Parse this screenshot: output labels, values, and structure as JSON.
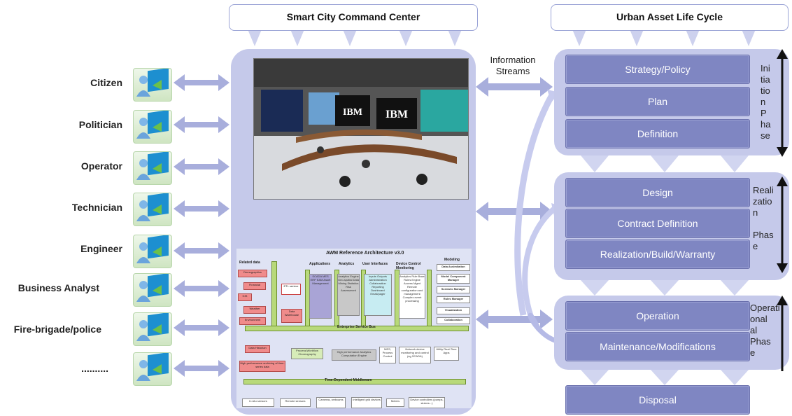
{
  "header_center": "Smart City Command Center",
  "header_right": "Urban Asset Life Cycle",
  "info_streams": [
    "Information",
    "Streams"
  ],
  "actors": [
    "Citizen",
    "Politician",
    "Operator",
    "Technician",
    "Engineer",
    "Business Analyst",
    "Fire-brigade/police",
    ".........."
  ],
  "screen_labels": [
    "IBM",
    "IBM"
  ],
  "architecture": {
    "title": "AWM Reference Architecture v3.0",
    "col_headers": [
      "Related data",
      "Applications",
      "Analytics",
      "User Interfaces",
      "Device Control Monitoring",
      "Modeling"
    ],
    "related": [
      "Demographics",
      "Financial",
      "GIS",
      "Weather",
      "Environment"
    ],
    "etl": "ETL service",
    "warehouse": "Data Warehouse",
    "apps": "SCADA MES ERP EAM Asset Management",
    "analytics": "Analytics Engine Geo-spatial Data Mining Statistics Risk Assessment",
    "ui": "Inputs Outputs Administration Collaboration Reporting Dashboard Email/pager",
    "device": "Analytics Rule Base Rules Engine Access Mgmt Remote configuration and management Complex event processing",
    "modeling": [
      "Data Assimilation",
      "Model Component Manager",
      "Scenario Manager",
      "Rules Manager",
      "Visualization",
      "Collaboration"
    ],
    "esb": "Enterprise Service Bus",
    "historian": "Data Historian",
    "archiving": "High performance archiving of time-series data",
    "process": "Process/Workflow Choreography",
    "hpa": "High performance Analytics Computation Engine",
    "mes": "MES, Process Control",
    "netmon": "Network device monitoring and control (eg SCADA)",
    "utility": "Utility Real-Time Apps",
    "tdm": "Time-Dependent Middleware",
    "bottom": [
      "In situ sensors",
      "Remote sensors",
      "Cameras, webcams",
      "Intelligent grid devices",
      "Meters",
      "Device controllers (pumps, sluices...)"
    ]
  },
  "phases": {
    "initiation": {
      "steps": [
        "Strategy/Policy",
        "Plan",
        "Definition"
      ],
      "label": [
        "Ini",
        "tia",
        "tio",
        "n",
        "P",
        "ha",
        "se"
      ]
    },
    "realization": {
      "steps": [
        "Design",
        "Contract Definition",
        "Realization/Build/Warranty"
      ],
      "label": [
        "Reali",
        "zatio",
        "n",
        "",
        "Phas",
        "e"
      ]
    },
    "operational": {
      "steps": [
        "Operation",
        "Maintenance/Modifications"
      ],
      "label": [
        "Operati",
        "onal",
        "al",
        "Phas",
        "e"
      ]
    },
    "disposal": "Disposal"
  },
  "colors": {
    "panel": "#c5c9ea",
    "step": "#7f86c2",
    "arrow": "#a8aedc",
    "green": "#b8d97a",
    "red": "#f08b8b"
  }
}
